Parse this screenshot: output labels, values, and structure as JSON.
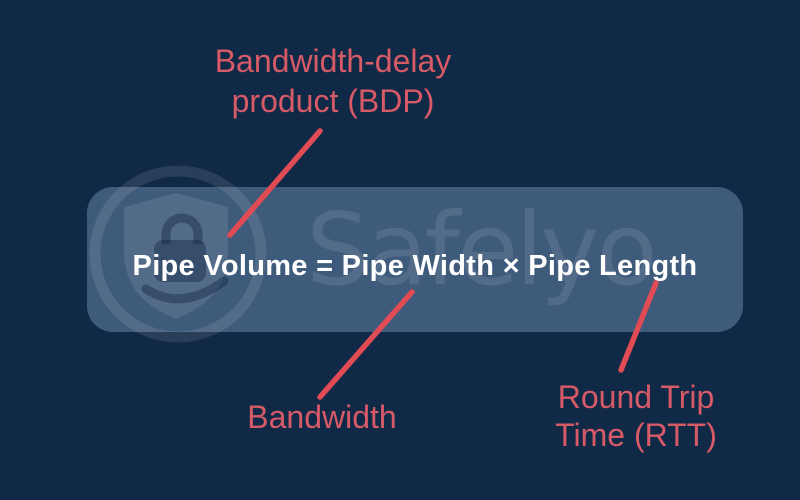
{
  "diagram": {
    "formula": "Pipe Volume = Pipe Width × Pipe Length",
    "labels": {
      "bdp_line1": "Bandwidth-delay",
      "bdp_line2": "product (BDP)",
      "bandwidth": "Bandwidth",
      "rtt_line1": "Round Trip",
      "rtt_line2": "Time (RTT)"
    },
    "watermark": "Safelyo"
  },
  "colors": {
    "background": "#102947",
    "panel": "#3F5B7B",
    "label_text": "#D75A67",
    "connector_line": "#E14B54",
    "formula_text": "#FFFFFF",
    "watermark": "rgba(255,255,255,0.10)"
  },
  "icons": {
    "watermark_logo": "shield-lock-icon"
  }
}
